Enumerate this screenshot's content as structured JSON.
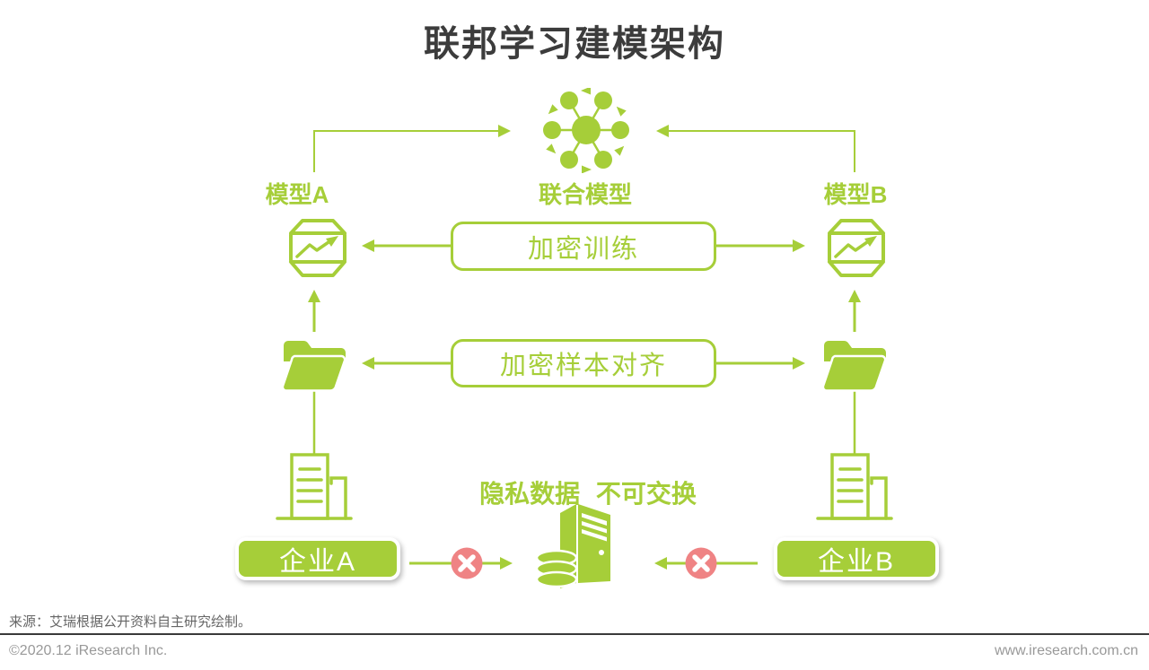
{
  "title": "联邦学习建模架构",
  "colors": {
    "green": "#a6ce39",
    "red": "#ef8384",
    "ink": "#3c3c3c",
    "gray-dark": "#666666",
    "gray-light": "#999999",
    "divider": "#3a3a3a"
  },
  "diagram": {
    "joint_model": "联合模型",
    "model_a": "模型A",
    "model_b": "模型B",
    "encrypted_training": "加密训练",
    "encrypted_alignment": "加密样本对齐",
    "enterprise_a": "企业A",
    "enterprise_b": "企业B",
    "private_data": "隐私数据 不可交换"
  },
  "footer": {
    "source": "来源：艾瑞根据公开资料自主研究绘制。",
    "copyright": "©2020.12 iResearch Inc.",
    "website": "www.iresearch.com.cn"
  },
  "icons": {
    "hub": "network-hub-icon",
    "model": "model-cube-chart-icon",
    "folder": "folder-icon",
    "enterprise": "enterprise-building-icon",
    "server": "server-database-icon",
    "forbidden": "forbidden-x-icon"
  }
}
